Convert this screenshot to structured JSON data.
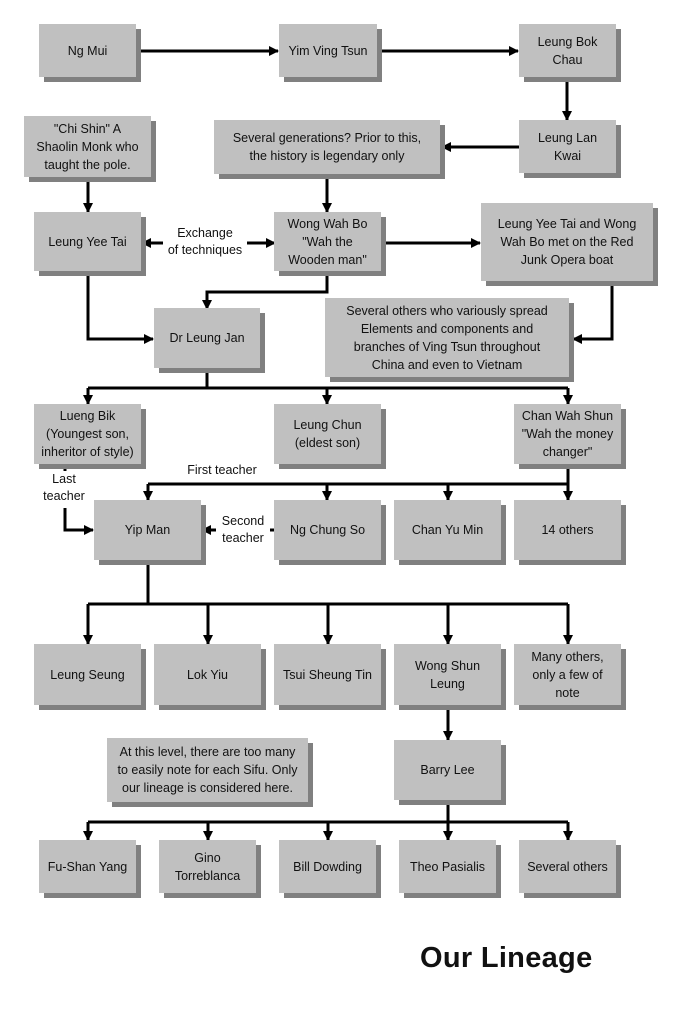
{
  "title": "Our Lineage",
  "colors": {
    "box": "#c0c0c0",
    "shadow": "#808080",
    "line": "#000000",
    "background": "#ffffff"
  },
  "nodes": {
    "ng_mui": "Ng Mui",
    "yim_ving_tsun": "Yim Ving Tsun",
    "leung_bok_chau": "Leung Bok\nChau",
    "leung_lan_kwai": "Leung Lan\nKwai",
    "several_generations": "Several generations? Prior to this,\nthe history is legendary only",
    "chi_shin": "\"Chi Shin\" A\nShaolin Monk who\ntaught the pole.",
    "leung_yee_tai": "Leung Yee Tai",
    "wong_wah_bo": "Wong Wah Bo\n\"Wah the\nWooden man\"",
    "red_junk_note": "Leung Yee Tai and Wong\nWah Bo met on the Red\nJunk Opera boat",
    "dr_leung_jan": "Dr Leung Jan",
    "several_others_spread": "Several others who variously spread\nElements and components and\nbranches of Ving Tsun throughout\nChina and even to Vietnam",
    "lueng_bik": "Lueng Bik\n(Youngest  son,\ninheritor of style)",
    "leung_chun": "Leung Chun\n(eldest son)",
    "chan_wah_shun": "Chan Wah Shun\n\"Wah the money\nchanger\"",
    "yip_man": "Yip Man",
    "ng_chung_so": "Ng Chung So",
    "chan_yu_min": "Chan Yu Min",
    "fourteen_others": "14 others",
    "leung_seung": "Leung Seung",
    "lok_yiu": "Lok Yiu",
    "tsui_sheung_tin": "Tsui Sheung Tin",
    "wong_shun_leung": "Wong Shun\nLeung",
    "many_others": "Many others,\nonly a few of\nnote",
    "level_note": "At this level, there are too many\nto easily note for each Sifu. Only\nour lineage is considered here.",
    "barry_lee": "Barry Lee",
    "fu_shan_yang": "Fu-Shan Yang",
    "gino_torreblanca": "Gino\nTorreblanca",
    "bill_dowding": "Bill Dowding",
    "theo_pasialis": "Theo Pasialis",
    "several_others": "Several others"
  },
  "edge_labels": {
    "exchange": "Exchange\nof techniques",
    "first_teacher": "First teacher",
    "last_teacher": "Last\nteacher",
    "second_teacher": "Second\nteacher"
  }
}
